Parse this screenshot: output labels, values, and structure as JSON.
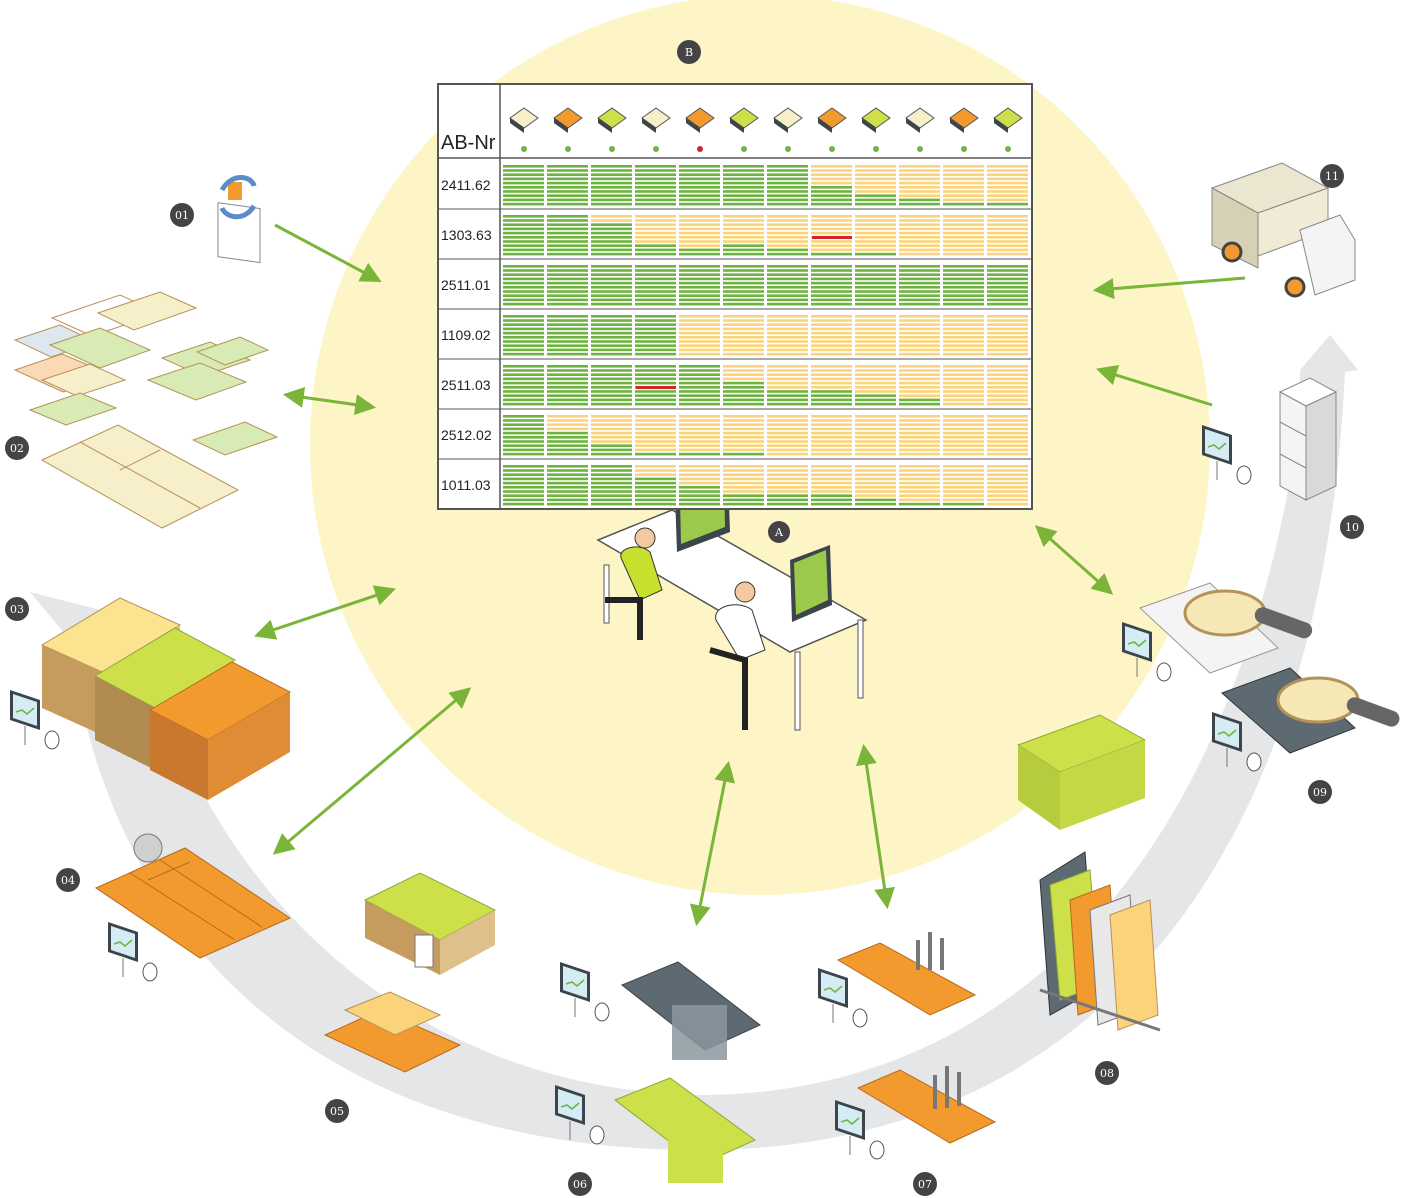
{
  "colors": {
    "background_circle": "#fdf5c6",
    "arrow_green": "#7ab53a",
    "cell_green": "#6db33f",
    "cell_yellow": "#fbd37a",
    "alert_red": "#d3262b",
    "badge_dark": "#444444",
    "arc_gray": "#e5e6e8",
    "panel_orange": "#f39a2f",
    "panel_lime": "#cde04a",
    "panel_cream": "#f7efc9"
  },
  "badges": {
    "center": "A",
    "board": "B",
    "stations": [
      "01",
      "02",
      "03",
      "04",
      "05",
      "06",
      "07",
      "08",
      "09",
      "10",
      "11"
    ]
  },
  "board": {
    "header_label": "AB-Nr",
    "column_icons": [
      "order-icon",
      "nesting-icon",
      "cut-parts-icon",
      "stack-icon",
      "saw-icon",
      "cart-icon",
      "edge-icon",
      "drill-icon",
      "cart-icon",
      "scanner-icon",
      "cabinet-icon",
      "truck-icon"
    ],
    "column_status": [
      "green",
      "green",
      "green",
      "green",
      "red",
      "green",
      "green",
      "green",
      "green",
      "green",
      "green",
      "green"
    ],
    "rows": [
      {
        "id": "2411.62",
        "progress": [
          1,
          1,
          1,
          1,
          1,
          1,
          1,
          0.55,
          0.35,
          0.2,
          0.15,
          0.1
        ]
      },
      {
        "id": "1303.63",
        "progress": [
          1,
          1,
          0.8,
          0.35,
          0.2,
          0.3,
          0.2,
          0.15,
          0.1,
          0.05,
          0.05,
          0.05
        ]
      },
      {
        "id": "2511.01",
        "progress": [
          1,
          1,
          1,
          1,
          1,
          1,
          1,
          1,
          1,
          1,
          1,
          1
        ]
      },
      {
        "id": "1109.02",
        "progress": [
          1,
          1,
          1,
          1,
          0,
          0,
          0,
          0,
          0,
          0,
          0,
          0
        ]
      },
      {
        "id": "2511.03",
        "progress": [
          1,
          1,
          1,
          1,
          1,
          0.6,
          0.45,
          0.4,
          0.3,
          0.2,
          0,
          0
        ]
      },
      {
        "id": "2512.02",
        "progress": [
          1,
          0.6,
          0.3,
          0.15,
          0.1,
          0.1,
          0.05,
          0.05,
          0,
          0,
          0,
          0
        ]
      },
      {
        "id": "1011.03",
        "progress": [
          1,
          1,
          1,
          0.75,
          0.55,
          0.35,
          0.3,
          0.3,
          0.2,
          0.15,
          0.1,
          0.05
        ]
      }
    ],
    "alerts": [
      {
        "row": 1,
        "col": 7
      },
      {
        "row": 4,
        "col": 3
      }
    ]
  }
}
